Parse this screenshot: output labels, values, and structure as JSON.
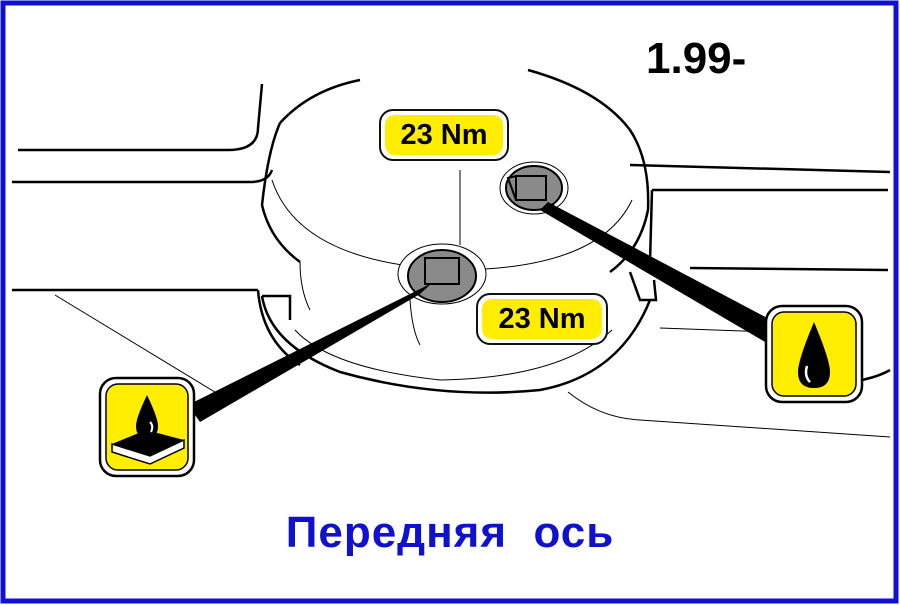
{
  "version_label": "1.99-",
  "caption": "Передняя  ось",
  "torque_labels": {
    "upper": "23 Nm",
    "lower": "23 Nm"
  },
  "colors": {
    "frame": "#1010d0",
    "caption": "#1010d0",
    "torque_fill": "#ffee00",
    "symbol_fill": "#ffee00",
    "plug": "#8a8a8a"
  },
  "icons": {
    "left_symbol": "oil-drop-on-plate-icon",
    "right_symbol": "oil-drop-icon"
  }
}
